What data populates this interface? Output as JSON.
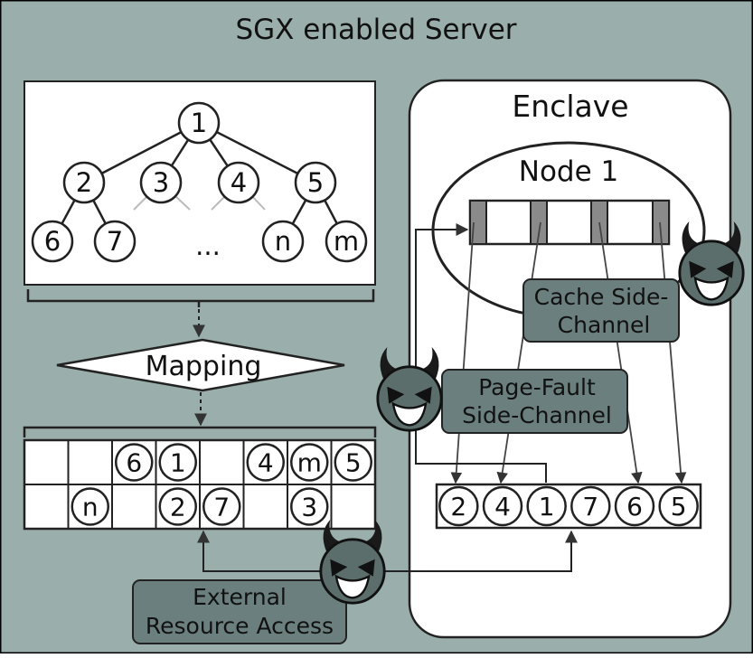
{
  "title": "SGX enabled Server",
  "enclave_label": "Enclave",
  "node_label": "Node 1",
  "mapping_label": "Mapping",
  "tree": {
    "root": "1",
    "level2": [
      "2",
      "3",
      "4",
      "5"
    ],
    "leaves": [
      "6",
      "7",
      "n",
      "m"
    ],
    "ellipsis": "..."
  },
  "storage": {
    "row1": [
      "",
      "",
      "6",
      "1",
      "",
      "4",
      "m",
      "5"
    ],
    "row2": [
      "",
      "n",
      "",
      "2",
      "7",
      "",
      "3",
      ""
    ]
  },
  "enclave_array": [
    "2",
    "4",
    "1",
    "7",
    "6",
    "5"
  ],
  "attacks": {
    "cache": [
      "Cache Side-",
      "Channel"
    ],
    "page_fault": [
      "Page-Fault",
      "Side-Channel"
    ],
    "external": [
      "External",
      "Resource Access"
    ]
  },
  "colors": {
    "background": "#9aaeab",
    "callout": "#6b807e",
    "devil": "#5c6e6c",
    "cache_gray": "#8a8a8a"
  }
}
